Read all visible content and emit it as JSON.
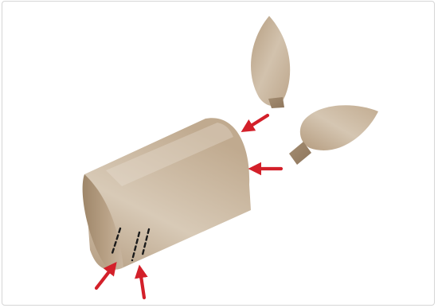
{
  "illustration": {
    "colors": {
      "background": "#ffffff",
      "border": "#d6d6d6",
      "paper_light": "#e2d6c6",
      "paper_mid": "#c2ad92",
      "paper_dark": "#9c8468",
      "arrow": "#d3202a",
      "cut_mark": "#1a1a1a"
    },
    "parts": [
      "cardboard-tube",
      "left-ear-piece",
      "right-ear-piece",
      "slit-cuts"
    ],
    "arrows": [
      "ear-attach-arrow-upper",
      "ear-attach-arrow-lower",
      "slit-arrow-left",
      "slit-arrow-right"
    ]
  }
}
